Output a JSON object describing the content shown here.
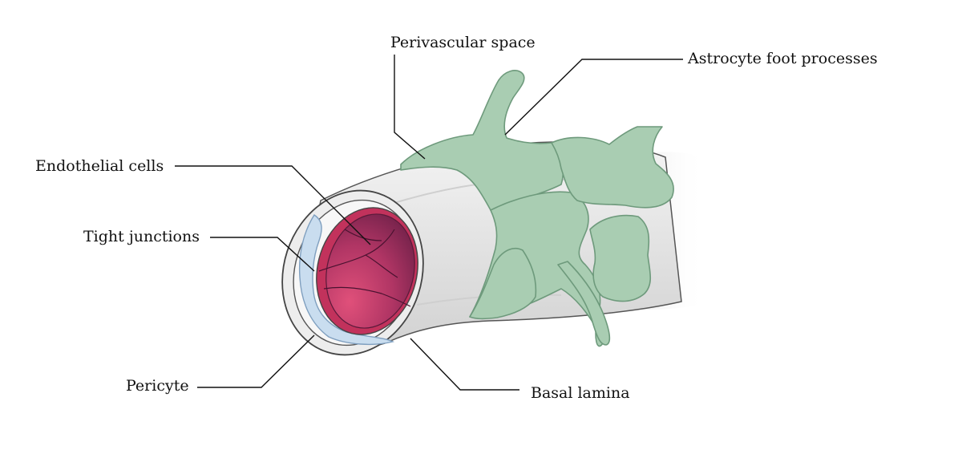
{
  "labels": {
    "perivascular_space": "Perivascular space",
    "astrocyte_foot_processes": "Astrocyte foot processes",
    "endothelial_cells": "Endothelial cells",
    "tight_junctions": "Tight junctions",
    "pericyte": "Pericyte",
    "basal_lamina": "Basal lamina"
  },
  "colors": {
    "astrocyte": "#a9cdb2",
    "astrocyte_outline": "#6e9a7c",
    "lumen_dark": "#7a2450",
    "lumen_light": "#e0507a",
    "endothelium_rim": "#c2325c",
    "pericyte": "#c9ddef",
    "vessel_wall": "#eeeeee",
    "outline": "#444444",
    "leader_line": "#111111"
  }
}
